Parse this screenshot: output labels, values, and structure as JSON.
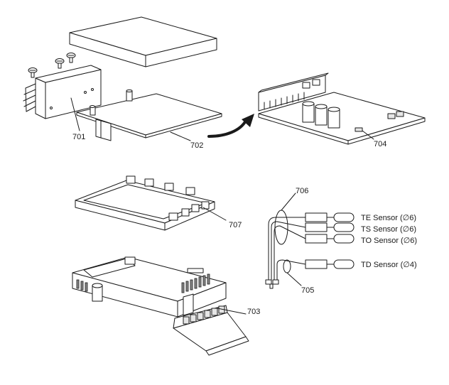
{
  "callouts": {
    "c701": "701",
    "c702": "702",
    "c703": "703",
    "c704": "704",
    "c705": "705",
    "c706": "706",
    "c707": "707"
  },
  "sensors": {
    "te": "TE Sensor (∅6)",
    "ts": "TS Sensor (∅6)",
    "to": "TO Sensor (∅6)",
    "td": "TD Sensor (∅4)"
  }
}
